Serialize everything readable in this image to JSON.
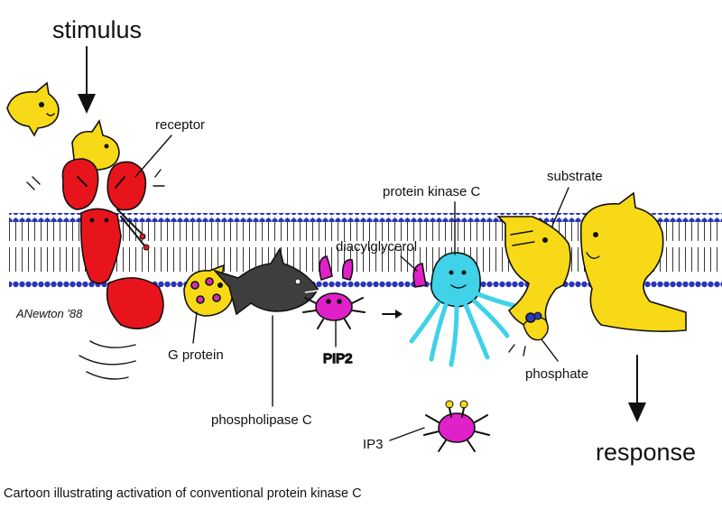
{
  "colors": {
    "receptor": "#e8141c",
    "ligand": "#f7d917",
    "g_protein": "#f7d917",
    "g_protein_dots": "#d22fae",
    "phospholipase_c": "#3e3e3e",
    "pip2": "#e020c8",
    "protein_kinase_c": "#3fd2e8",
    "substrate": "#f7d917",
    "phosphate": "#2a3bb5",
    "lipid_head": "#2a36b8",
    "lipid_tail": "#111111"
  },
  "diagram": {
    "stimulus": "stimulus",
    "response": "response",
    "receptor": "receptor",
    "g_protein": "G protein",
    "phospholipase_c": "phospholipase C",
    "pip2": "PIP2",
    "ip3": "IP3",
    "diacylglycerol": "diacylglycerol",
    "protein_kinase_c": "protein kinase C",
    "substrate": "substrate",
    "phosphate": "phosphate",
    "signature": "ANewton '88"
  },
  "caption": "Cartoon illustrating activation of conventional protein kinase C"
}
